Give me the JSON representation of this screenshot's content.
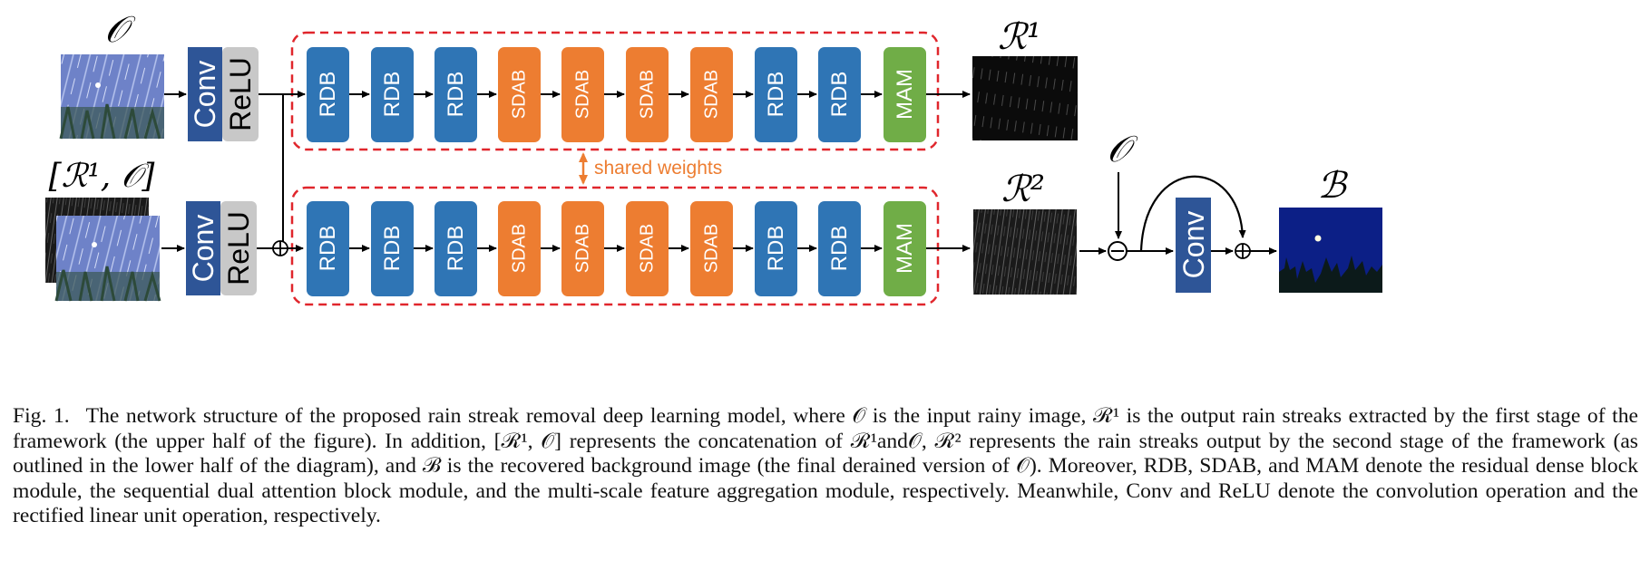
{
  "labels": {
    "input_O": "𝒪",
    "concat": "[ℛ¹, 𝒪]",
    "R1": "ℛ¹",
    "R2": "ℛ²",
    "O_sub": "𝒪",
    "B": "ℬ",
    "shared_weights": "shared weights"
  },
  "blocks": {
    "conv": "Conv",
    "relu": "ReLU",
    "stage_sequence": [
      "RDB",
      "RDB",
      "RDB",
      "SDAB",
      "SDAB",
      "SDAB",
      "SDAB",
      "RDB",
      "RDB",
      "MAM"
    ]
  },
  "colors": {
    "rdb": "#2f75b5",
    "sdab": "#ed7d31",
    "mam": "#70ad47",
    "conv": "#2e5597",
    "relu": "#c8c8c8",
    "dashed_border": "#e0262c",
    "shared_arrow": "#ed7d31",
    "rain_image": "#6b7fc4",
    "background_image": "#0a1a6e"
  },
  "caption": {
    "fig_label": "Fig. 1.",
    "text": "The network structure of the proposed rain streak removal deep learning model, where 𝒪 is the input rainy image, ℛ¹ is the output rain streaks extracted by the first stage of the framework (the upper half of the figure). In addition, [ℛ¹, 𝒪] represents the concatenation of ℛ¹and𝒪, ℛ² represents the rain streaks output by the second stage of the framework (as outlined in the lower half of the diagram), and ℬ is the recovered background image (the final derained version of 𝒪). Moreover, RDB, SDAB, and MAM denote the residual dense block module, the sequential dual attention block module, and the multi-scale feature aggregation module, respectively. Meanwhile, Conv and ReLU denote the convolution operation and the rectified linear unit operation, respectively."
  }
}
